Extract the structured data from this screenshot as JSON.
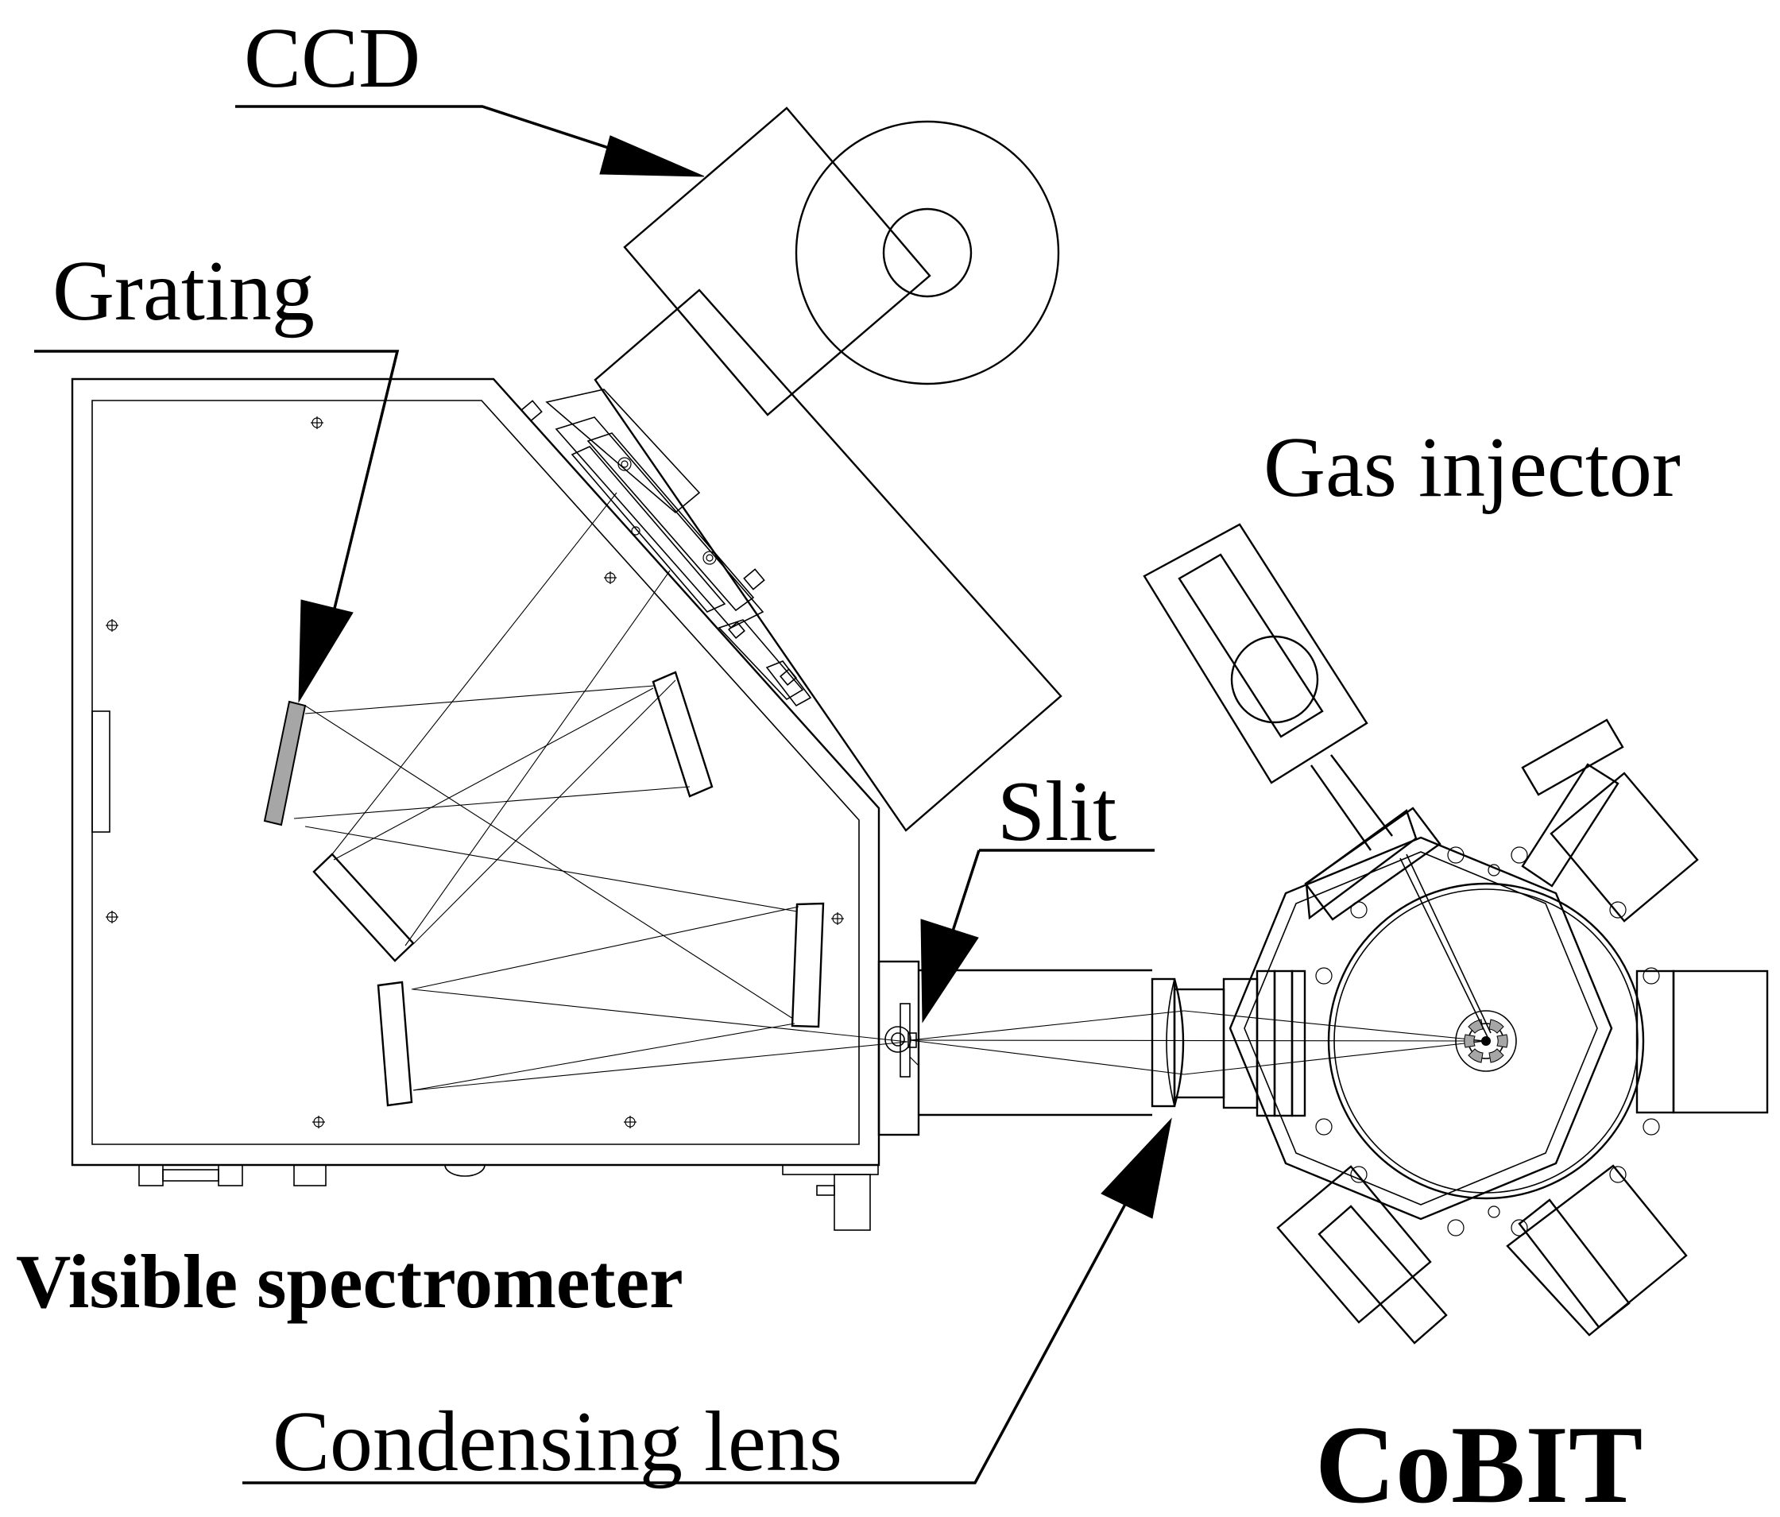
{
  "labels": {
    "ccd": "CCD",
    "grating": "Grating",
    "gas_injector": "Gas injector",
    "slit": "Slit",
    "visible_spectrometer": "Visible spectrometer",
    "condensing_lens": "Condensing lens",
    "cobit": "CoBIT"
  },
  "colors": {
    "line": "#000000",
    "background": "#ffffff",
    "grating_fill": "#a6a6a6",
    "electrode_fill": "#a6a6a6"
  }
}
